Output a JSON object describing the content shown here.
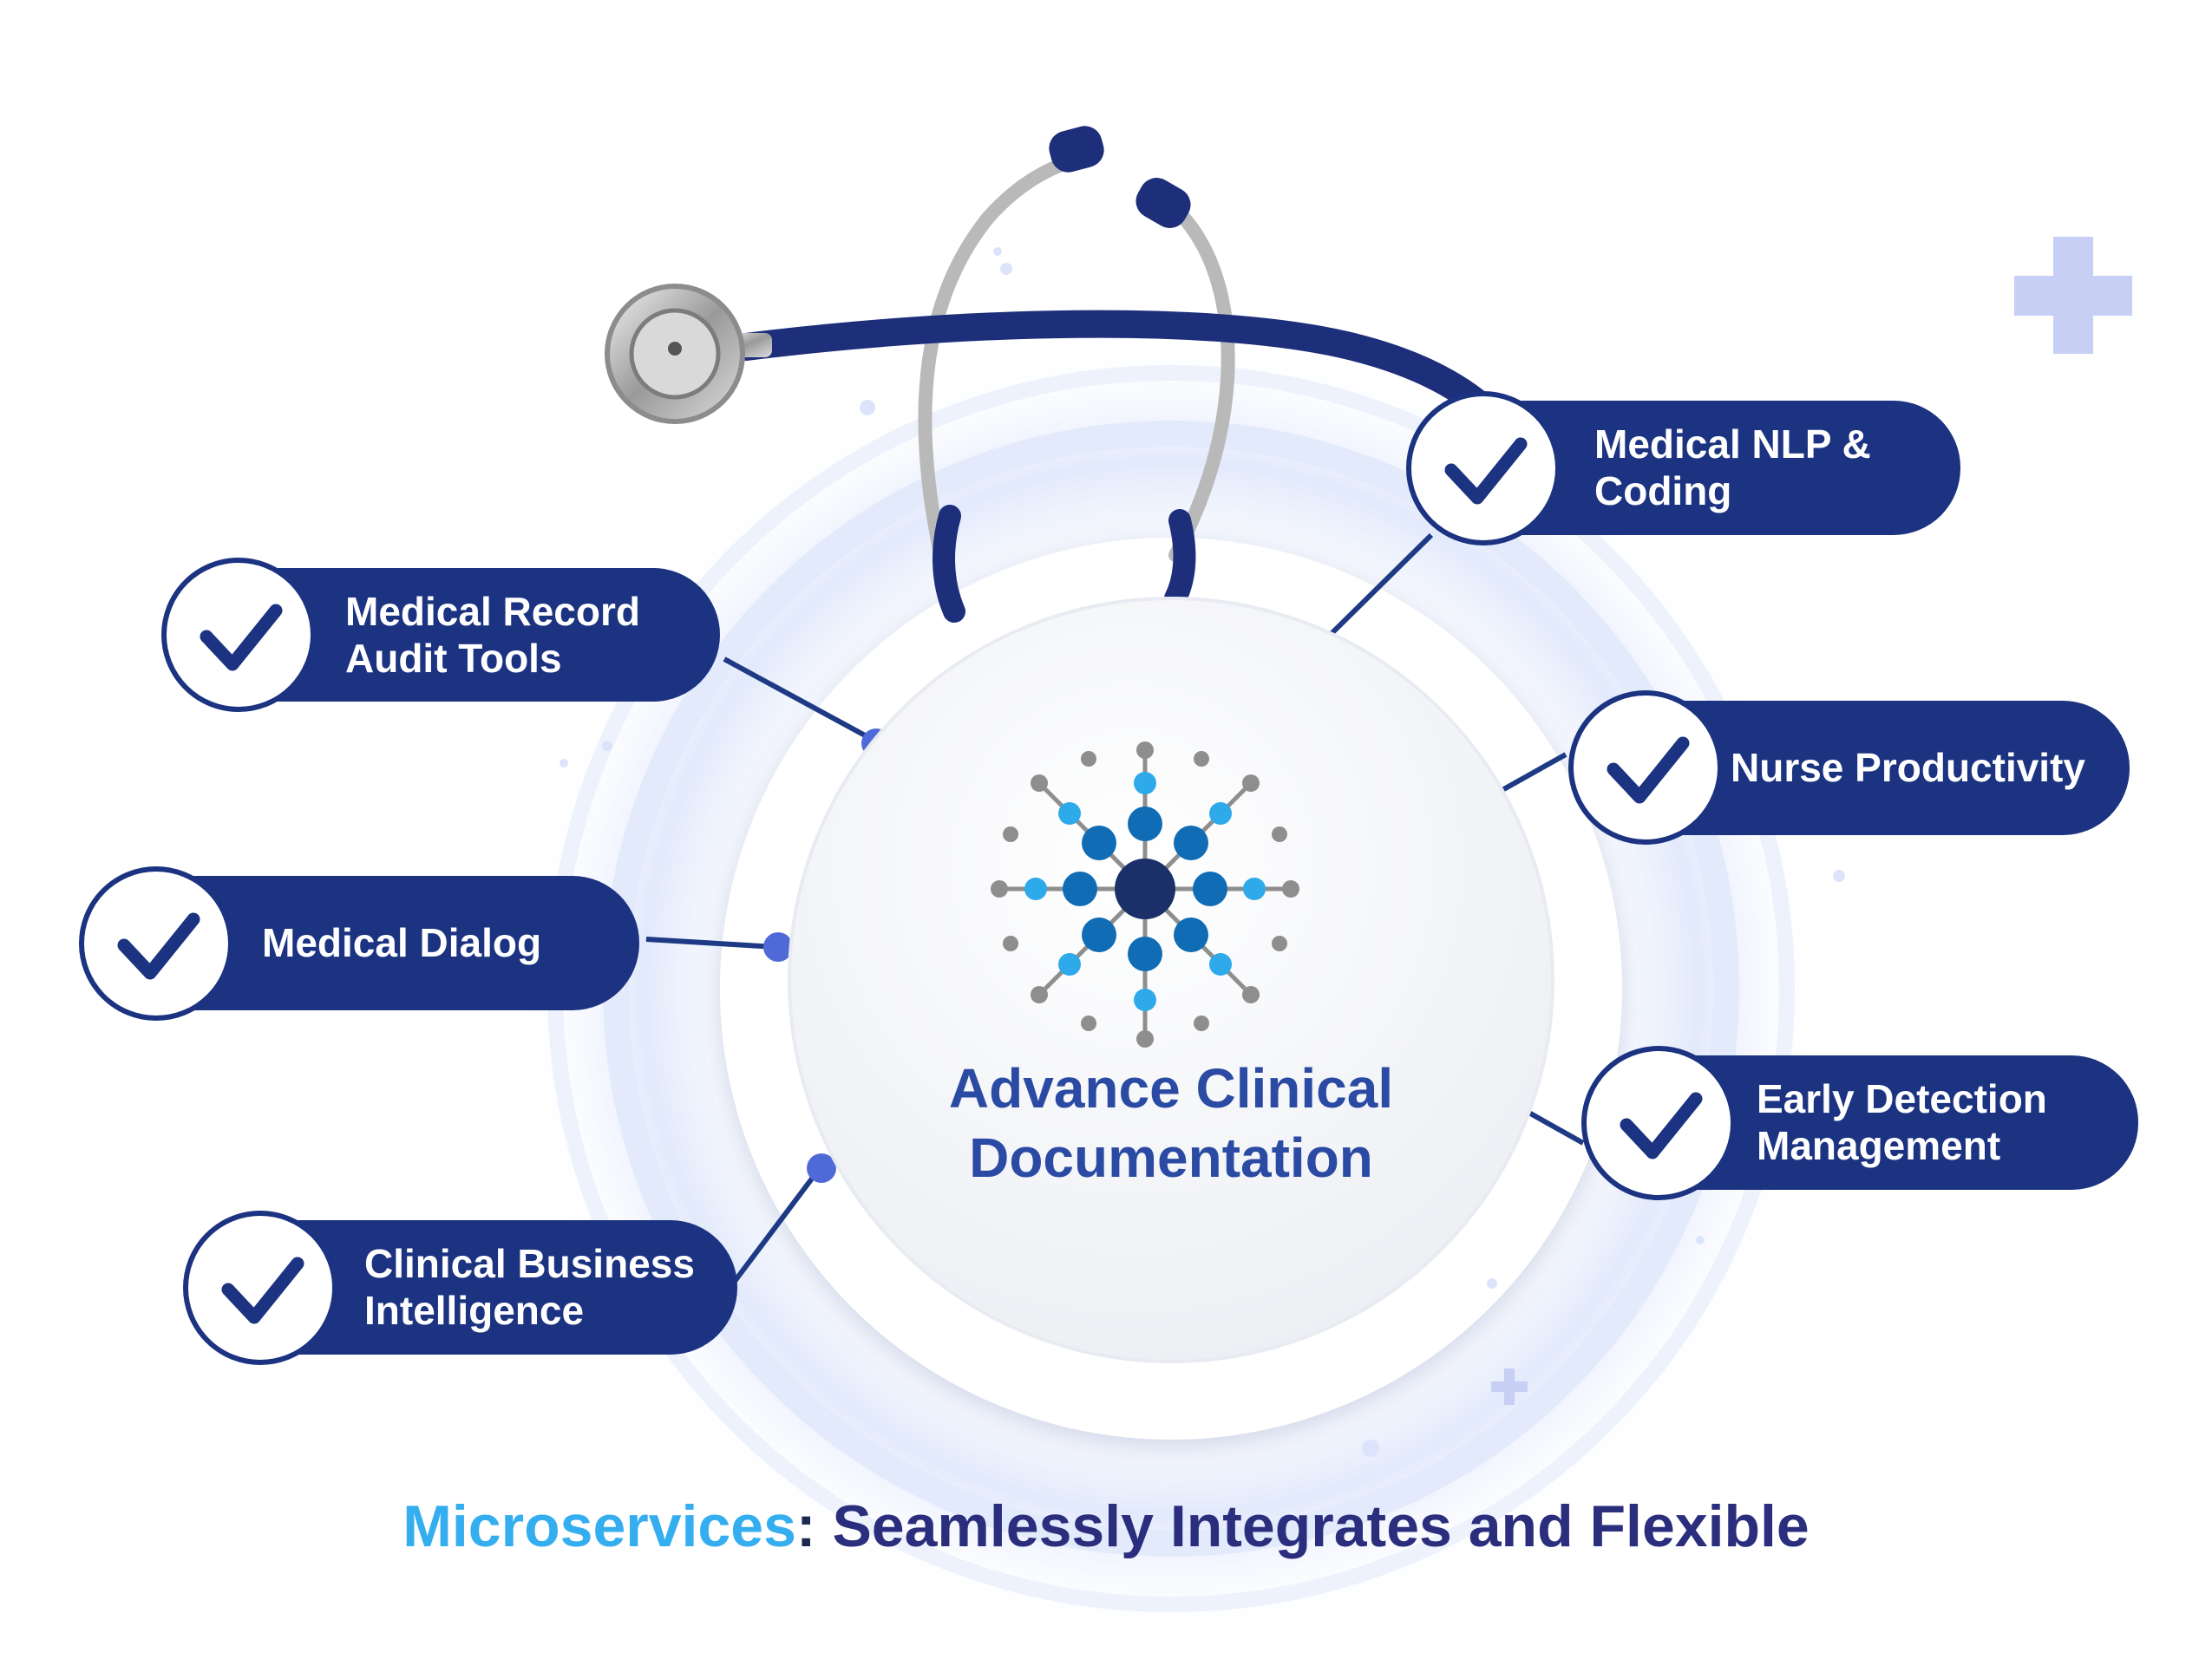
{
  "hub": {
    "title_line1": "Advance Clinical",
    "title_line2": "Documentation"
  },
  "features": {
    "medical_record_audit": {
      "line1": "Medical Record",
      "line2": "Audit Tools"
    },
    "medical_dialog": {
      "line1": "Medical Dialog"
    },
    "clinical_bi": {
      "line1": "Clinical Business",
      "line2": "Intelligence"
    },
    "medical_nlp": {
      "line1": "Medical NLP &",
      "line2": "Coding"
    },
    "nurse_productivity": {
      "line1": "Nurse Productivity"
    },
    "early_detection": {
      "line1": "Early Detection",
      "line2": "Management"
    }
  },
  "footer": {
    "accent": "Microservices",
    "colon": ":",
    "rest": " Seamlessly Integrates and Flexible"
  },
  "icons": {
    "feature": "check-icon",
    "hub": "network-node-icon",
    "decor": "plus-icon"
  },
  "colors": {
    "navy": "#1b3380",
    "connector": "#1e3a85",
    "dot": "#4f6ad6",
    "hub_text": "#2b4aa3",
    "accent": "#35aef0",
    "plus": "#c7cff4"
  }
}
